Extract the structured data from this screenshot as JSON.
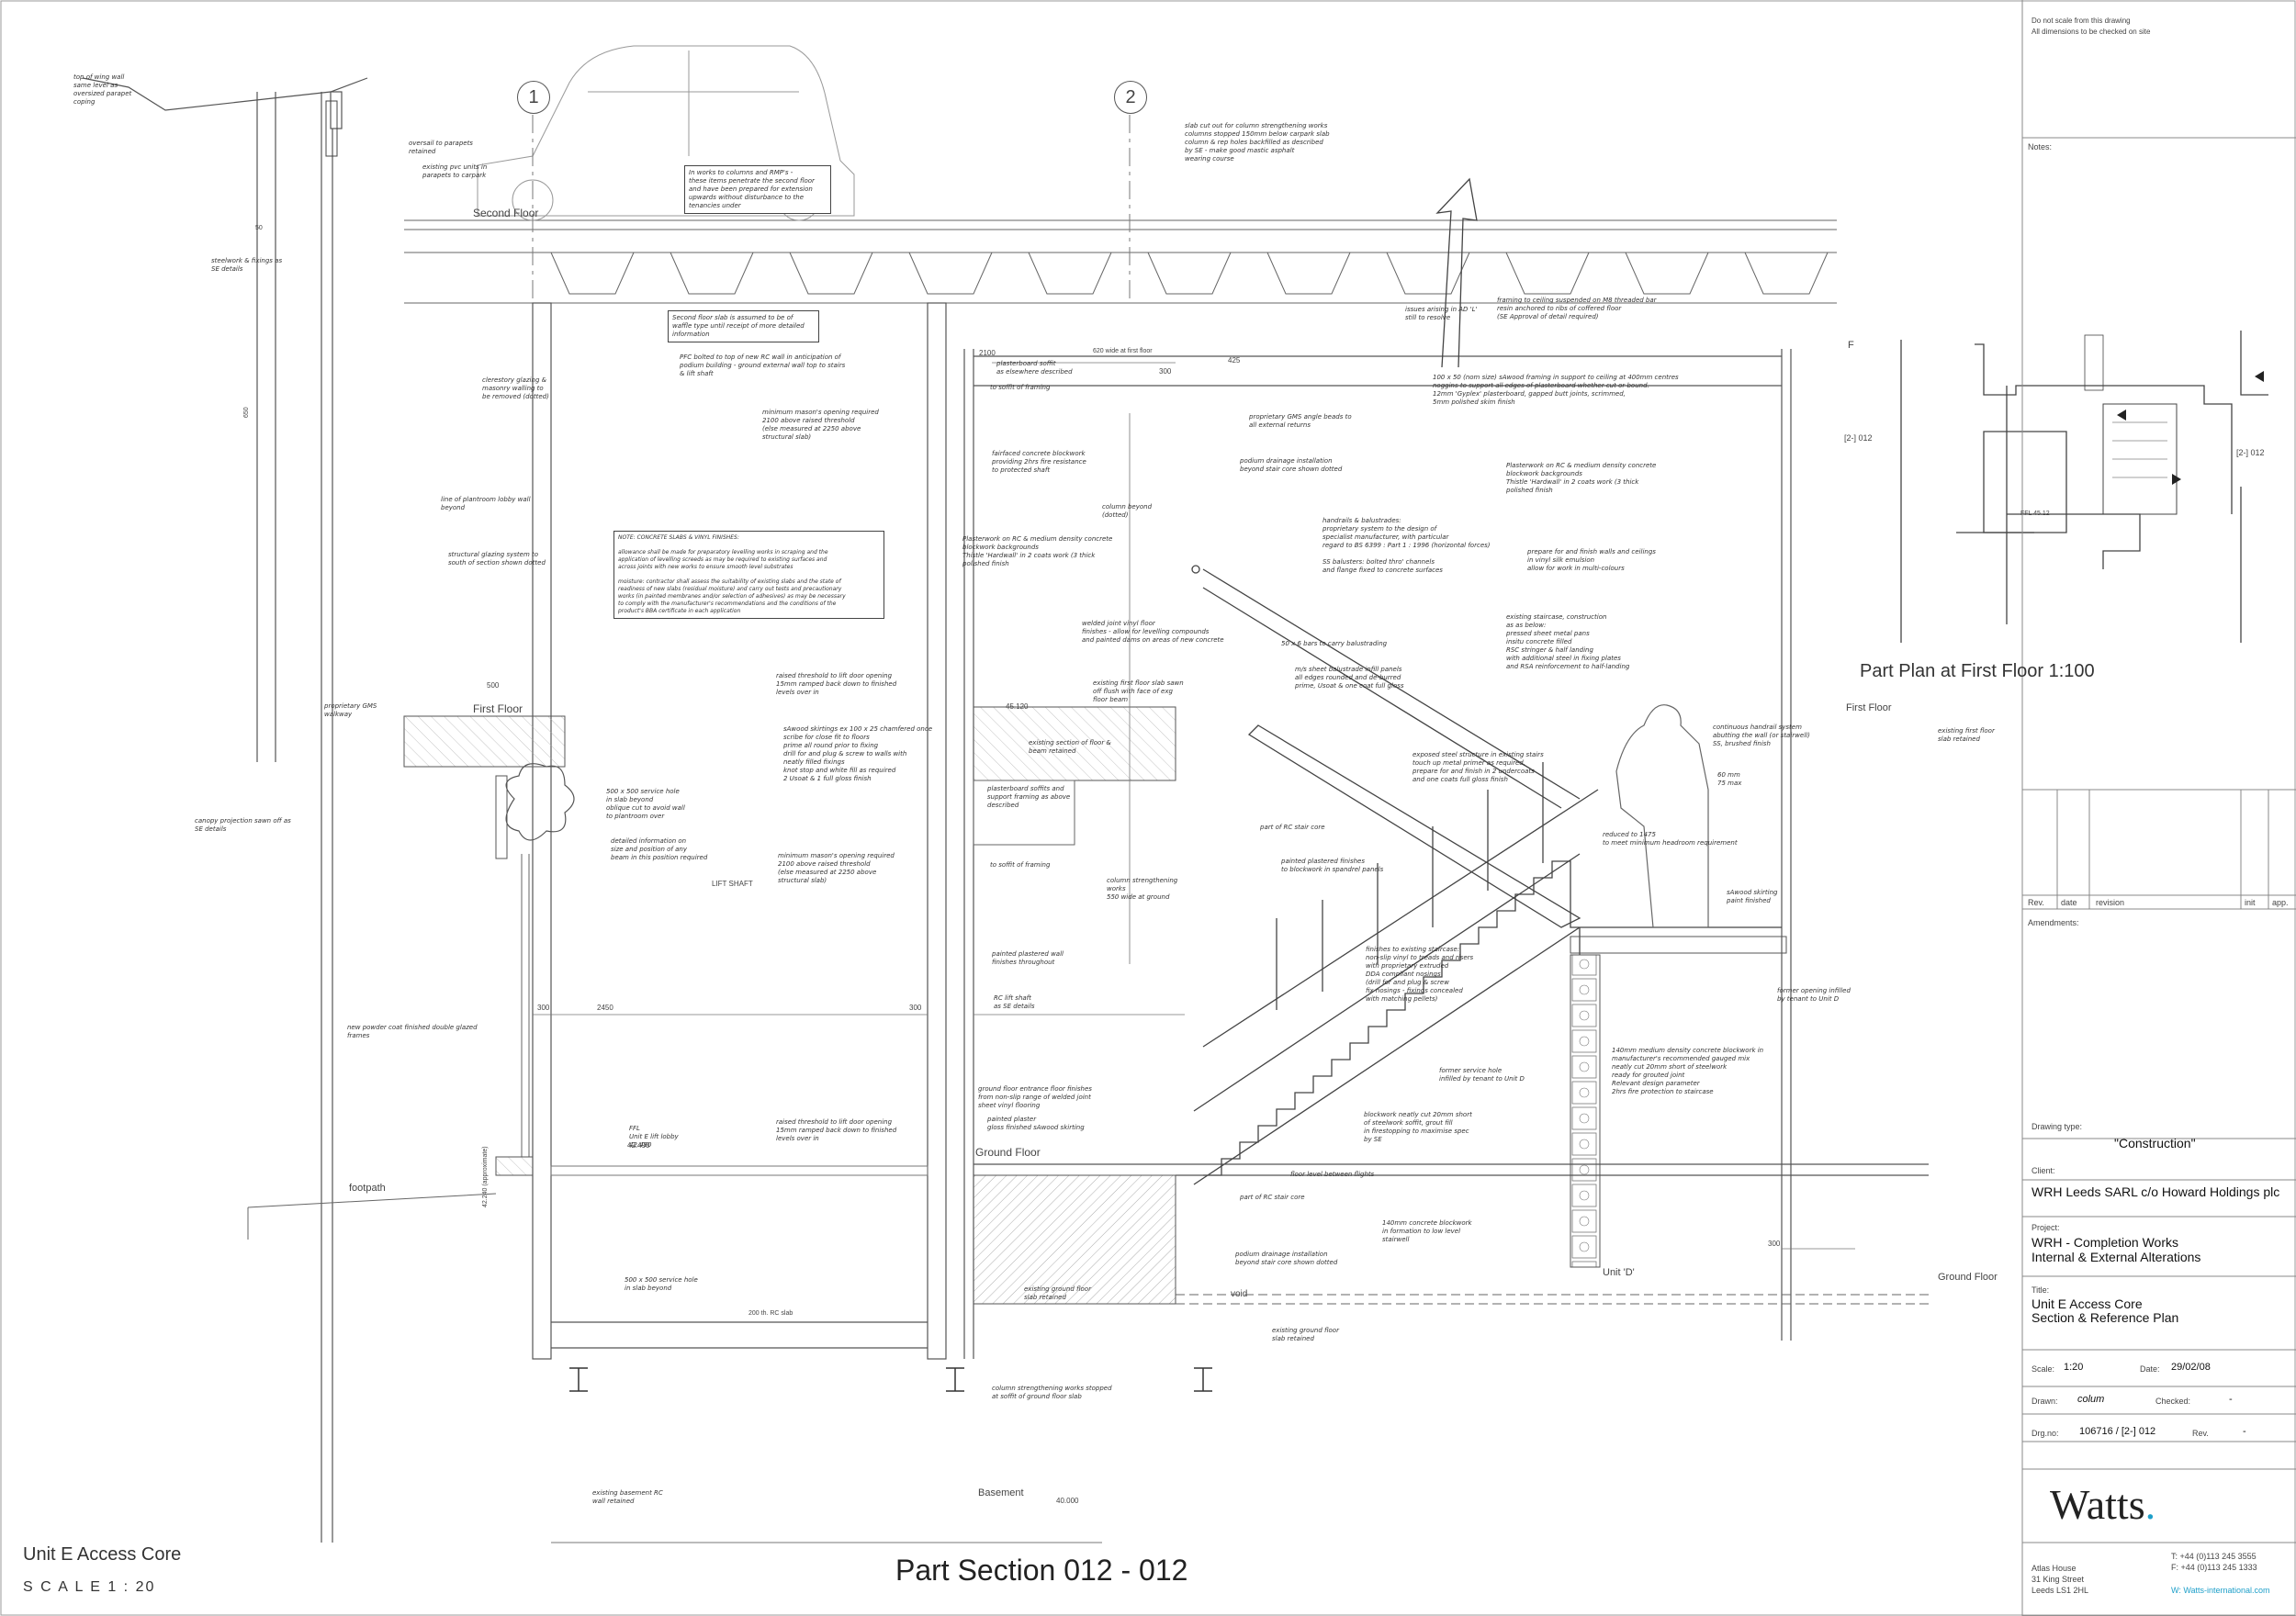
{
  "bottom_left": {
    "title": "Unit E Access Core",
    "scale": "S C A L E   1 : 20"
  },
  "main_title": "Part Section  012 - 012",
  "inset_title": "Part Plan at First Floor 1:100",
  "grid_bubbles": [
    "1",
    "2"
  ],
  "inset_labels": {
    "left_ref": "[2-] 012",
    "right_ref": "[2-] 012",
    "ffl": "FFL 45.12",
    "grid_f": "F"
  },
  "levels": {
    "second_floor": "Second Floor",
    "first_floor_left": "First Floor",
    "first_floor_right": "First Floor",
    "ground_floor": "Ground Floor",
    "ground_floor_right": "Ground Floor",
    "basement": "Basement",
    "footpath": "footpath",
    "unit_d": "Unit 'D'",
    "void": "void",
    "lift_shaft": "LIFT SHAFT"
  },
  "dimensions": {
    "d2450": "2450",
    "d300a": "300",
    "d300b": "300",
    "d300c": "300",
    "d300d": "300",
    "d2100": "2100",
    "d425": "425",
    "d620": "620 wide at first floor",
    "d4240": "42.240 (approximate)",
    "d40000": "40.000",
    "d4490": "42.490",
    "d45120": "45.120",
    "d500": "500",
    "d650": "650",
    "d50": "50",
    "d200rc": "200 th. RC slab"
  },
  "notes": {
    "n_wing": "top of wing wall\nsame level as\noversized parapet\ncoping",
    "n_oversail": "oversail to parapets\nretained",
    "n_pvc": "existing pvc units in\nparapets to carpark",
    "n_steel": "steelwork & fixings as\nSE details",
    "n_clerestory": "clerestory glazing &\nmasonry walling to\nbe removed (dotted)",
    "n_lobby": "line of plantroom lobby wall\nbeyond",
    "n_structural": "structural glazing system to\nsouth of section shown dotted",
    "n_gms": "proprietary GMS\nwalkway",
    "n_canopy": "canopy projection sawn off as\nSE details",
    "n_powder": "new powder coat finished double glazed\nframes",
    "n_basement_rc": "existing basement RC\nwall retained",
    "n_column_slab": "slab cut out for column strengthening works\ncolumns stopped 150mm below carpark slab\ncolumn & rep holes backfilled as described\nby SE - make good mastic asphalt\nwearing course",
    "n_rmp": "In works to columns and RMP's -\nthese items penetrate the second floor\nand have been prepared for extension\nupwards without disturbance to the\ntenancies under",
    "n_second_slab": "Second floor slab is assumed to be of\nwaffle type until receipt of more detailed\ninformation",
    "n_pfc": "PFC bolted to top of new RC wall in anticipation of\npodium building - ground external wall top to stairs\n& lift shaft",
    "n_mason": "minimum mason's opening required\n2100 above raised threshold\n(else measured at 2250 above\nstructural slab)",
    "n_concrete": "NOTE: CONCRETE SLABS & VINYL FINISHES:\n\nallowance shall be made for preparatory levelling works in scraping and the\napplication of levelling screeds as may be required to existing surfaces and\nacross joints with new works to ensure smooth level substrates\n\nmoisture: contractor shall assess the suitability of existing slabs and the state of\nreadiness of new slabs (residual moisture) and carry out tests and precautionary\nworks (in painted membranes and/or selection of adhesives) as may be necessary\nto comply with the manufacturer's recommendations and the conditions of the\nproduct's BBA certificate in each application",
    "n_raised1": "raised threshold to lift door opening\n15mm ramped back down to finished\nlevels over in",
    "n_skirting": "sAwood skirtings ex 100 x 25 chamfered once\nscribe for close fit to floors\nprime all round prior to fixing\ndrill for and plug & screw to walls with\nneatly filled fixings\nknot stop and white fill as required\n2 Usoat & 1 full gloss finish",
    "n_service1": "500 x 500 service hole\nin slab beyond\noblique cut to avoid wall\nto plantroom over",
    "n_detailed": "detailed information on\nsize and position of any\nbeam in this position required",
    "n_mason2": "minimum mason's opening required\n2100 above raised threshold\n(else measured at 2250 above\nstructural slab)",
    "n_raised2": "raised threshold to lift door opening\n15mm ramped back down to finished\nlevels over in",
    "n_ffl_lobby": "FFL\nUnit E lift lobby\n42.490",
    "n_service2": "500 x 500 service hole\nin slab beyond",
    "n_plasterboard": "plasterboard soffit\nas elsewhere described",
    "n_soffit1": "to soffit of framing",
    "n_fairfaced": "fairfaced concrete blockwork\nproviding 2hrs fire resistance\nto protected shaft",
    "n_plasterwork_rc": "Plasterwork on RC & medium density concrete\nblockwork backgrounds\nThistle 'Hardwall' in 2 coats work (3 thick\npolished finish",
    "n_welded": "welded joint vinyl floor\nfinishes - allow for levelling compounds\nand painted dams on areas of new concrete",
    "n_column_beyond": "column beyond\n(dotted)",
    "n_proprietary_gms": "proprietary GMS angle beads to\nall external returns",
    "n_podium": "podium drainage installation\nbeyond stair core shown dotted",
    "n_existing_floor": "existing first floor slab sawn\noff flush with face of exg\nfloor beam",
    "n_section_floor": "existing section of floor &\nbeam retained",
    "n_plasterboard2": "plasterboard soffits and\nsupport framing as above\ndescribed",
    "n_soffit2": "to soffit of framing",
    "n_column_works": "column strengthening\nworks\n550 wide at ground",
    "n_painted_wall": "painted plastered wall\nfinishes throughout",
    "n_rc_lift": "RC lift shaft\nas SE details",
    "n_ground_entrance": "ground floor entrance floor finishes\nfrom non-slip range of welded joint\nsheet vinyl flooring",
    "n_painted_plaster": "painted plaster\ngloss finished sAwood skirting",
    "n_part_rc": "part of RC stair core",
    "n_painted_plastered": "painted plastered finishes\nto blockwork in spandrel panels",
    "n_part_rc2": "part of RC stair core",
    "n_podium2": "podium drainage installation\nbeyond stair core shown dotted",
    "n_existing_ground": "existing ground floor\nslab retained",
    "n_existing_ground2": "existing ground floor\nslab retained",
    "n_column_stopped": "column strengthening works stopped\nat soffit of ground floor slab",
    "n_issues": "issues arising in AD 'L'\nstill to resolve",
    "n_framing": "framing to ceiling suspended on M8 threaded bar\nresin anchored to ribs of coffered floor\n(SE Approval of detail required)",
    "n_timber": "100 x 50 (nom size) sAwood framing in support to ceiling at 400mm centres\nnoggins to support all edges of plasterboard whether cut or bound.\n12mm 'Gyplex' plasterboard, gapped butt joints, scrimmed,\n5mm polished skim finish",
    "n_handrails": "handrails & balustrades:\nproprietary system to the design of\nspecialist manufacturer, with particular\nregard to BS 6399 : Part 1 : 1996 (horizontal forces)\n\nSS balusters: bolted thro' channels\nand flange fixed to concrete surfaces",
    "n_plasterwork2": "Plasterwork on RC & medium density concrete\nblockwork backgrounds\nThistle 'Hardwall' in 2 coats work (3 thick\npolished finish",
    "n_prepare": "prepare for and finish walls and ceilings\nin vinyl silk emulsion\nallow for work in multi-colours",
    "n_existing_stair": "existing staircase, construction\nas as below:\npressed sheet metal pans\ninsitu concrete filled\nRSC stringer & half landing\nwith additional steel in fixing plates\nand RSA reinforcement to half-landing",
    "n_bars": "50 x 6 bars to carry balustrading",
    "n_sheet": "m/s sheet balustrade infill panels\nall edges rounded and de-burred\nprime, Usoat & one coat full gloss",
    "n_exposed": "exposed steel structure in existing stairs\ntouch up metal primer as required,\nprepare for and finish in 2 undercoats\nand one coats full gloss finish",
    "n_continuous": "continuous handrail system\nabutting the wall (or stairwell)\nSS, brushed finish",
    "n_reduced": "reduced to 1475\nto meet minimum headroom requirement",
    "n_skirting2": "sAwood skirting\npaint finished",
    "n_finishes_stair": "finishes to existing staircase:\nnon-slip vinyl to treads and risers\nwith proprietary extruded\nDDA compliant nosings\n(drill for and plug & screw\nfix nosings - fixings concealed\nwith matching pellets)",
    "n_former_service": "former service hole\ninfilled by tenant to Unit D",
    "n_blockwork_neat": "blockwork neatly cut 20mm short\nof steelwork soffit, grout fill\nin firestopping to maximise spec\nby SE",
    "n_floor_level": "floor level between flights",
    "n_medium_density": "140mm medium density concrete blockwork in\nmanufacturer's recommended gauged mix\nneatly cut 20mm short of steelwork\nready for grouted joint\nRelevant design parameter\n2hrs fire protection to staircase",
    "n_former_opening": "former opening infilled\nby tenant to Unit D",
    "n_140": "140mm concrete blockwork\nin formation to low level\nstairwell",
    "n_existing_first_right": "existing first floor\nslab retained",
    "n_dimension_right": "60 mm\n75 max"
  },
  "title_block": {
    "top_note_1": "Do not scale from this drawing",
    "top_note_2": "All dimensions to be checked on site",
    "notes_label": "Notes:",
    "rev_headers": [
      "Rev.",
      "date",
      "revision",
      "init",
      "app."
    ],
    "amendments_label": "Amendments:",
    "drawing_type_label": "Drawing type:",
    "drawing_type": "\"Construction\"",
    "client_label": "Client:",
    "client": "WRH Leeds SARL c/o Howard Holdings plc",
    "project_label": "Project:",
    "project_line1": "WRH - Completion Works",
    "project_line2": "Internal & External Alterations",
    "title_label": "Title:",
    "title_line1": "Unit E Access Core",
    "title_line2": "Section & Reference Plan",
    "scale_label": "Scale:",
    "scale": "1:20",
    "date_label": "Date:",
    "date": "29/02/08",
    "drawn_label": "Drawn:",
    "drawn": "colum",
    "checked_label": "Checked:",
    "checked": "-",
    "drg_label": "Drg.no:",
    "drg_no": "106716 / [2-] 012",
    "rev_label": "Rev.",
    "rev": "-",
    "logo": "Watts",
    "address1": "Atlas House",
    "address2": "31 King Street",
    "address3": "Leeds  LS1 2HL",
    "tel": "T: +44 (0)113 245 3555",
    "fax": "F: +44 (0)113 245 1333",
    "web": "W:  Watts-international.com"
  },
  "colors": {
    "ink": "#333333",
    "hatch": "#888888",
    "accent": "#1e9fc9",
    "border": "#888888"
  }
}
